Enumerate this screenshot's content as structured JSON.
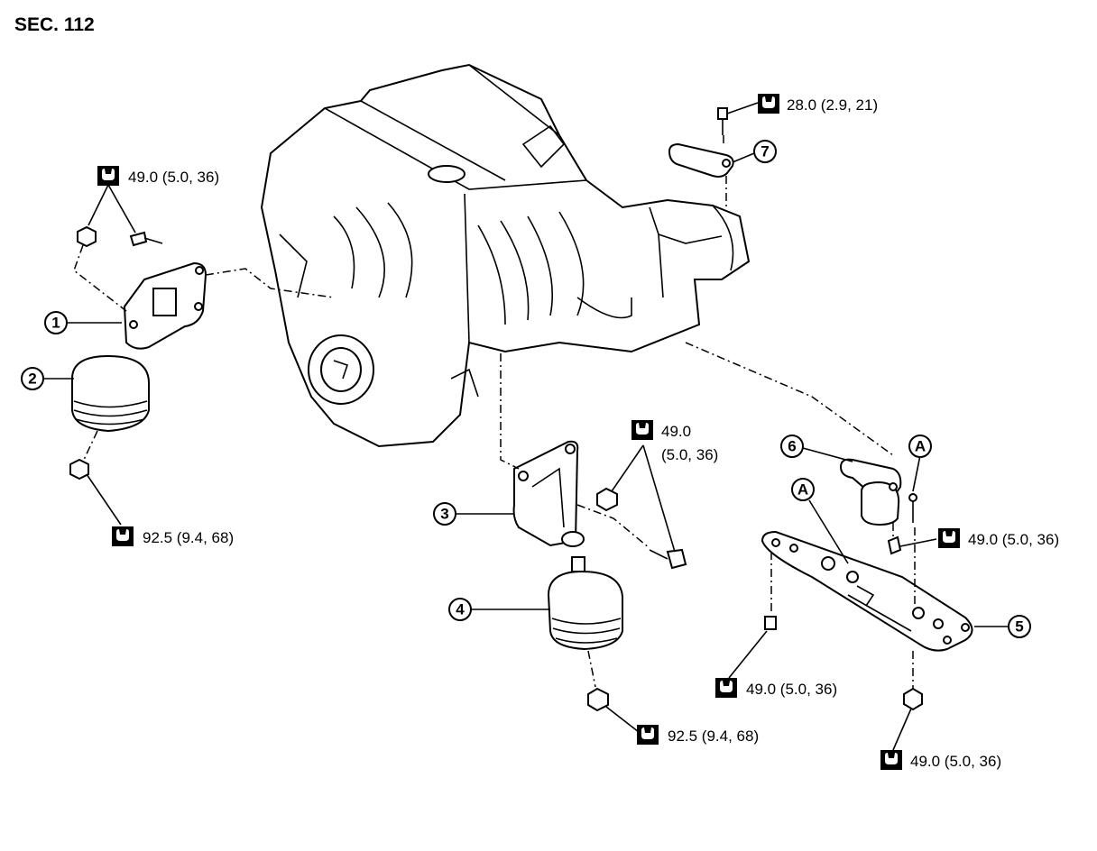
{
  "section_label": "SEC. 112",
  "callouts": {
    "c1": "1",
    "c2": "2",
    "c3": "3",
    "c4": "4",
    "c5": "5",
    "c6": "6",
    "c7": "7",
    "cA1": "A",
    "cA2": "A"
  },
  "torque": {
    "t_top": "28.0 (2.9, 21)",
    "t_left_upper": "49.0 (5.0, 36)",
    "t_left_lower": "92.5 (9.4, 68)",
    "t_mid_upper_a": "49.0",
    "t_mid_upper_b": "(5.0, 36)",
    "t_mid_lower": "92.5 (9.4, 68)",
    "t_right_upper": "49.0 (5.0, 36)",
    "t_right_mid": "49.0 (5.0, 36)",
    "t_right_lower": "49.0 (5.0, 36)"
  },
  "icons": {
    "torque": "torque-wrench-icon"
  }
}
